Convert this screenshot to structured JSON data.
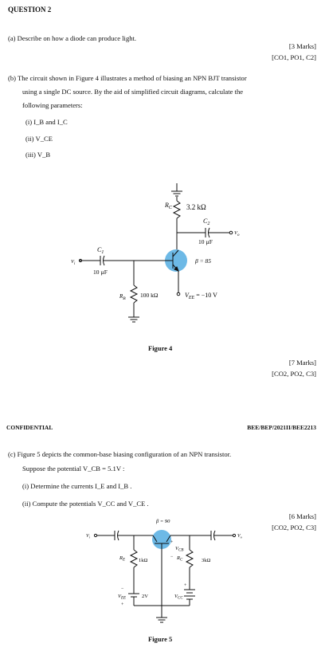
{
  "heading": "QUESTION 2",
  "part_a": {
    "text": "(a) Describe on how a diode can produce light.",
    "marks": "[3 Marks]",
    "outcomes": "[CO1, PO1, C2]"
  },
  "part_b": {
    "line1": "(b) The circuit shown in Figure 4 illustrates a method of biasing an NPN BJT transistor",
    "line2": "using a single DC source. By the aid of simplified circuit diagrams, calculate the",
    "line3": "following parameters:",
    "item1": "(i)  I_B and I_C",
    "item2": "(ii)  V_CE",
    "item3": "(iii)  V_B",
    "figure_caption": "Figure 4",
    "marks": "[7 Marks]",
    "outcomes": "[CO2, PO2, C3]"
  },
  "figure4": {
    "rc_label": "R_C",
    "rc_value": "3.2 kΩ",
    "c2_label": "C_2",
    "c2_value": "10 µF",
    "vo_label": "V_o",
    "c1_label": "C_1",
    "c1_value": "10 µF",
    "vi_label": "V_i",
    "beta": "β = 85",
    "rb_label": "R_B",
    "rb_value": "100 kΩ",
    "vee": "V_EE = −10 V"
  },
  "footer": {
    "left": "CONFIDENTIAL",
    "right": "BEE/BEP/2021II/BEE2213"
  },
  "part_c": {
    "line1": "(c) Figure 5 depicts the common-base biasing configuration of an NPN transistor.",
    "line2": "Suppose the potential V_CB = 5.1V :",
    "item1": "(i)  Determine the currents I_E and I_B .",
    "item2": "(ii) Compute the potentials  V_CC and V_CE .",
    "marks": "[6 Marks]",
    "outcomes": "[CO2, PO2, C3]",
    "figure_caption": "Figure 5"
  },
  "figure5": {
    "beta": "β = 90",
    "vcb": "V_CB",
    "re_label": "R_E",
    "re_value": "1kΩ",
    "rc_label": "R_C",
    "rc_value": "3kΩ",
    "vee_label": "V_EE",
    "vee_value": "2V",
    "vcc_label": "V_CC",
    "vi_label": "V_i",
    "vo_label": "V_o"
  },
  "colors": {
    "transistor_highlight": "#6db9e6"
  }
}
